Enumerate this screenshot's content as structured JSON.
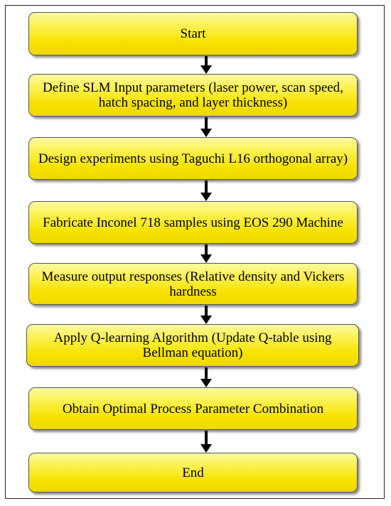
{
  "flowchart": {
    "steps": [
      {
        "id": "start",
        "label": "Start"
      },
      {
        "id": "define",
        "label": "Define SLM Input parameters (laser power, scan speed, hatch spacing, and layer thickness)"
      },
      {
        "id": "design",
        "label": "Design experiments using Taguchi L16 orthogonal array)"
      },
      {
        "id": "fabricate",
        "label": "Fabricate Inconel 718 samples using EOS 290 Machine"
      },
      {
        "id": "measure",
        "label": "Measure output responses (Relative density and Vickers hardness"
      },
      {
        "id": "apply",
        "label": "Apply Q-learning Algorithm  (Update Q-table using Bellman equation)"
      },
      {
        "id": "obtain",
        "label": "Obtain Optimal Process Parameter Combination"
      },
      {
        "id": "end",
        "label": "End"
      }
    ],
    "colors": {
      "box_fill_light": "#fdfaa0",
      "box_fill": "#f7e300",
      "box_border": "#555555",
      "arrow": "#000000"
    }
  }
}
